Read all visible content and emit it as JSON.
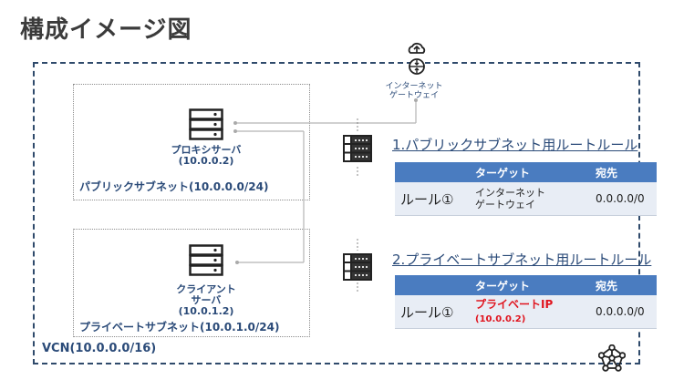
{
  "title": "構成イメージ図",
  "vcn": {
    "label": "VCN(10.0.0.0/16)"
  },
  "internet_gateway": {
    "label_line1": "インターネット",
    "label_line2": "ゲートウェイ"
  },
  "public_subnet": {
    "label": "パブリックサブネット(10.0.0.0/24)",
    "server": {
      "name": "プロキシサーバ",
      "ip": "(10.0.0.2)"
    }
  },
  "private_subnet": {
    "label": "プライベートサブネット(10.0.1.0/24)",
    "server": {
      "name_line1": "クライアント",
      "name_line2": "サーバ",
      "ip": "(10.0.1.2)"
    }
  },
  "route_tables": [
    {
      "title": "1.パブリックサブネット用ルートルール",
      "headers": [
        "",
        "ターゲット",
        "宛先"
      ],
      "rows": [
        {
          "rule": "ルール①",
          "target_line1": "インターネット",
          "target_line2": "ゲートウェイ",
          "destination": "0.0.0.0/0"
        }
      ]
    },
    {
      "title": "2.プライベートサブネット用ルートルール",
      "headers": [
        "",
        "ターゲット",
        "宛先"
      ],
      "rows": [
        {
          "rule": "ルール①",
          "target_line1": "プライベートIP",
          "target_line2": "(10.0.0.2)",
          "destination": "0.0.0.0/0",
          "target_color": "#e0141e"
        }
      ]
    }
  ],
  "colors": {
    "accent": "#2a4a78",
    "table_header": "#4a7cc0",
    "table_row": "#e8edf5",
    "highlight": "#e0141e"
  }
}
